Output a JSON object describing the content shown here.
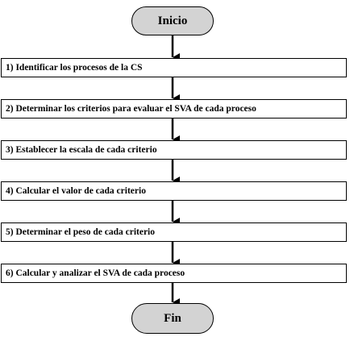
{
  "flowchart": {
    "start_label": "Inicio",
    "end_label": "Fin",
    "steps": [
      {
        "label": "1) Identificar los procesos de la CS"
      },
      {
        "label": "2) Determinar los criterios para evaluar el SVA de cada proceso"
      },
      {
        "label": "3) Establecer la escala de cada criterio"
      },
      {
        "label": "4) Calcular el valor de cada criterio"
      },
      {
        "label": "5) Determinar el peso de cada criterio"
      },
      {
        "label": "6) Calcular y analizar el SVA de cada proceso"
      }
    ]
  },
  "colors": {
    "terminal_fill": "#d3d3d3",
    "stroke": "#000000",
    "step_fill": "#ffffff"
  }
}
